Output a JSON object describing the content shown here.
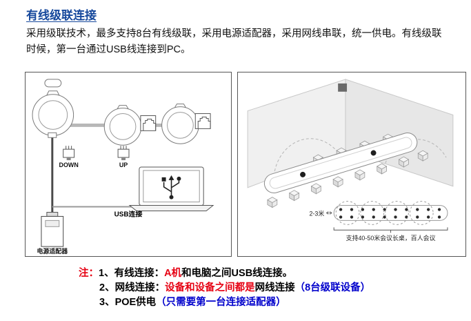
{
  "header": {
    "title": "有线级联连接"
  },
  "intro": {
    "line1": "采用级联技术，最多支持8台有线级联，采用电源适配器，采用网线串联，统一供电。有线级联",
    "line2": "时候，第一台通过USB线连接到PC。"
  },
  "left_panel": {
    "down_label": "DOWN",
    "up_label": "UP",
    "usb_label": "USB连接",
    "adapter_label": "电源适配器"
  },
  "right_panel": {
    "distance_label": "2-3米",
    "caption": "支持40-50米会议长桌，百人会议"
  },
  "notes": {
    "mark": "注：",
    "line1": {
      "lead": "1、有线连接：",
      "red": "A机",
      "rest": "和电脑之间USB线连接。"
    },
    "line2": {
      "lead": "2、网线连接：",
      "red": "设备和设备之间都是",
      "mid": "网线连接",
      "blue": "（8台级联设备）"
    },
    "line3": {
      "lead": "3、POE供电",
      "blue": "（只需要第一台连接适配器）"
    }
  },
  "colors": {
    "title_blue": "#16489c",
    "note_red": "#e60012",
    "note_blue": "#0000cc"
  }
}
